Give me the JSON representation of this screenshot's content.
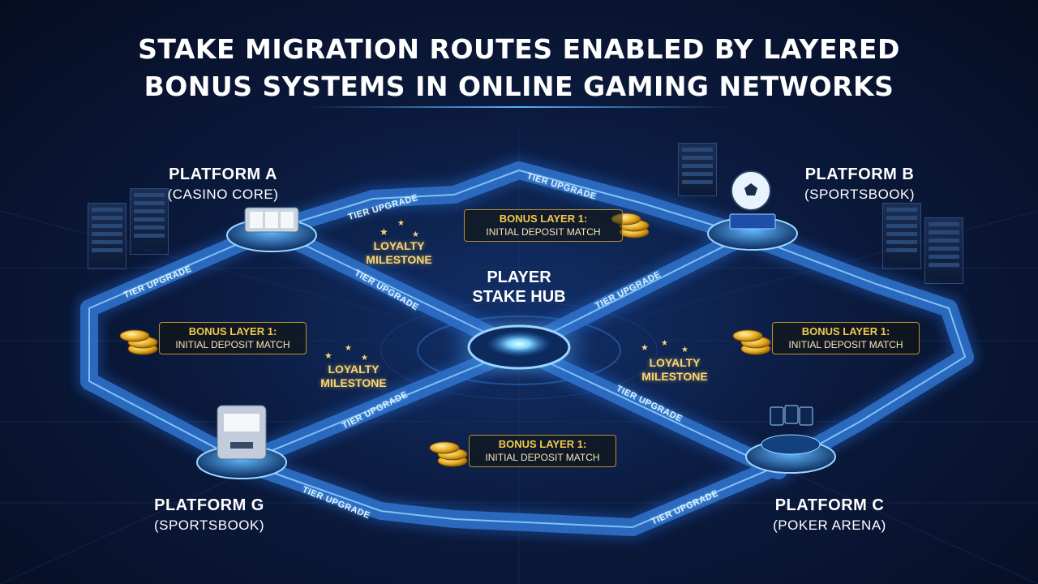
{
  "title": {
    "line1": "STAKE MIGRATION ROUTES ENABLED BY LAYERED",
    "line2": "BONUS SYSTEMS IN ONLINE GAMING NETWORKS"
  },
  "hub": {
    "line1": "PLAYER",
    "line2": "STAKE HUB"
  },
  "platforms": [
    {
      "key": "a",
      "name": "PLATFORM A",
      "sub": "(CASINO CORE)",
      "icon": "slot-reels-icon"
    },
    {
      "key": "b",
      "name": "PLATFORM B",
      "sub": "(SPORTSBOOK)",
      "icon": "soccer-ball-icon"
    },
    {
      "key": "g",
      "name": "PLATFORM G",
      "sub": "(SPORTSBOOK)",
      "icon": "slot-machine-icon"
    },
    {
      "key": "c",
      "name": "PLATFORM C",
      "sub": "(POKER ARENA)",
      "icon": "poker-cards-icon"
    }
  ],
  "bonus": [
    {
      "line1": "BONUS LAYER 1:",
      "line2": "INITIAL DEPOSIT MATCH"
    },
    {
      "line1": "BONUS LAYER 1:",
      "line2": "INITIAL DEPOSIT MATCH"
    },
    {
      "line1": "BONUS LAYER 1:",
      "line2": "INITIAL DEPOSIT MATCH"
    },
    {
      "line1": "BONUS LAYER 1:",
      "line2": "INITIAL DEPOSIT MATCH"
    }
  ],
  "loyalty": [
    {
      "line1": "LOYALTY",
      "line2": "MILESTONE"
    },
    {
      "line1": "LOYALTY",
      "line2": "MILESTONE"
    },
    {
      "line1": "LOYALTY",
      "line2": "MILESTONE"
    }
  ],
  "tier_label": "TIER UPGRADE",
  "colors": {
    "background": "#0b1a3d",
    "route": "#3a8ee6",
    "route_glow": "#7cc7ff",
    "bonus_gold": "#f2c94c",
    "hub_glow": "#9fe4ff"
  }
}
